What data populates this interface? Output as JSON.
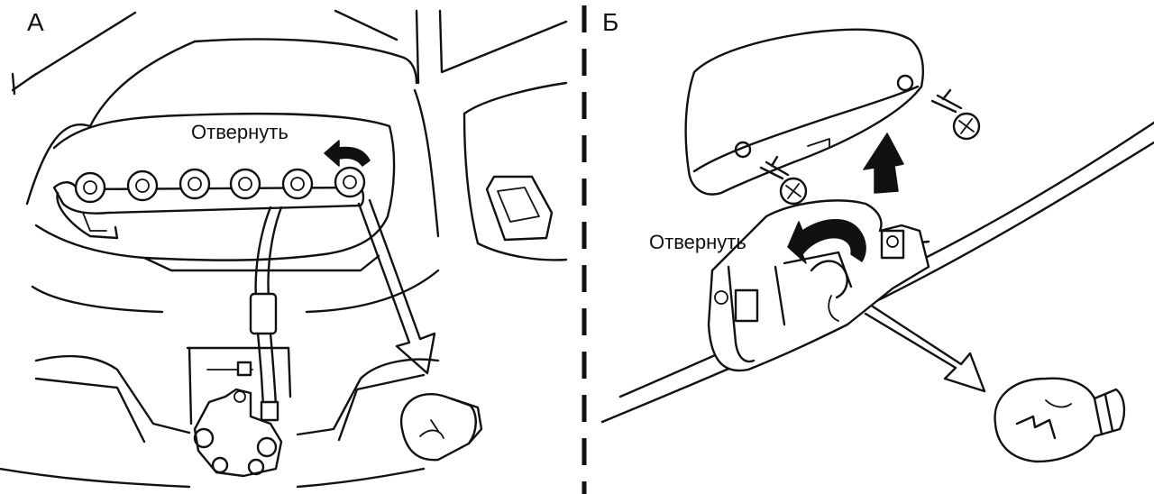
{
  "panels": [
    {
      "letter": "А",
      "callout": "Отвернуть"
    },
    {
      "letter": "Б",
      "callout": "Отвернуть"
    }
  ]
}
